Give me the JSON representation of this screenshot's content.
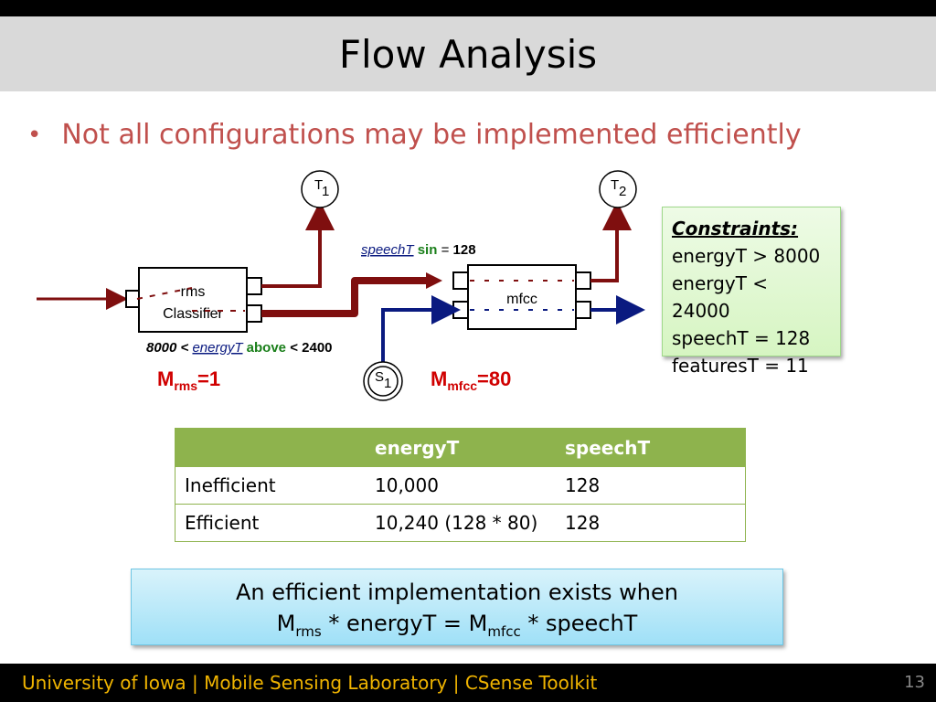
{
  "slide": {
    "title": "Flow Analysis",
    "bullet": "Not all configurations may be implemented efficiently"
  },
  "diagram": {
    "t1_label": "T",
    "t1_sub": "1",
    "t2_label": "T",
    "t2_sub": "2",
    "s1_label": "S",
    "s1_sub": "1",
    "rms_box_line1": "rms",
    "rms_box_line2": "Classifier",
    "mfcc_box": "mfcc",
    "speech_var": "speechT",
    "speech_port": "sin",
    "speech_eq": "= ",
    "speech_value": "128",
    "range_low": "8000 <",
    "range_var": "energyT",
    "range_port": "above",
    "range_high": "< 2400",
    "m_rms_prefix": "M",
    "m_rms_sub": "rms",
    "m_rms_value": "=1",
    "m_mfcc_prefix": "M",
    "m_mfcc_sub": "mfcc",
    "m_mfcc_value": "=80",
    "colors": {
      "dark_red": "#7f0f0f",
      "navy": "#0a1a80",
      "red_text": "#d00000",
      "green_text": "#1a7f1a"
    }
  },
  "constraints": {
    "title": "Constraints:",
    "lines": [
      "energyT > 8000",
      "energyT < 24000",
      "speechT = 128",
      "featuresT = 11"
    ]
  },
  "table": {
    "headers": [
      "",
      "energyT",
      "speechT"
    ],
    "rows": [
      [
        "Inefficient",
        "10,000",
        "128"
      ],
      [
        "Efficient",
        "10,240 (128 * 80)",
        "128"
      ]
    ]
  },
  "callout": {
    "line1": "An efficient implementation exists when",
    "m1": "M",
    "m1_sub": "rms",
    "mid": " * energyT = ",
    "m2": "M",
    "m2_sub": "mfcc",
    "end": " * speechT"
  },
  "footer": {
    "text": "University of Iowa | Mobile Sensing Laboratory | CSense Toolkit",
    "page": "13"
  }
}
